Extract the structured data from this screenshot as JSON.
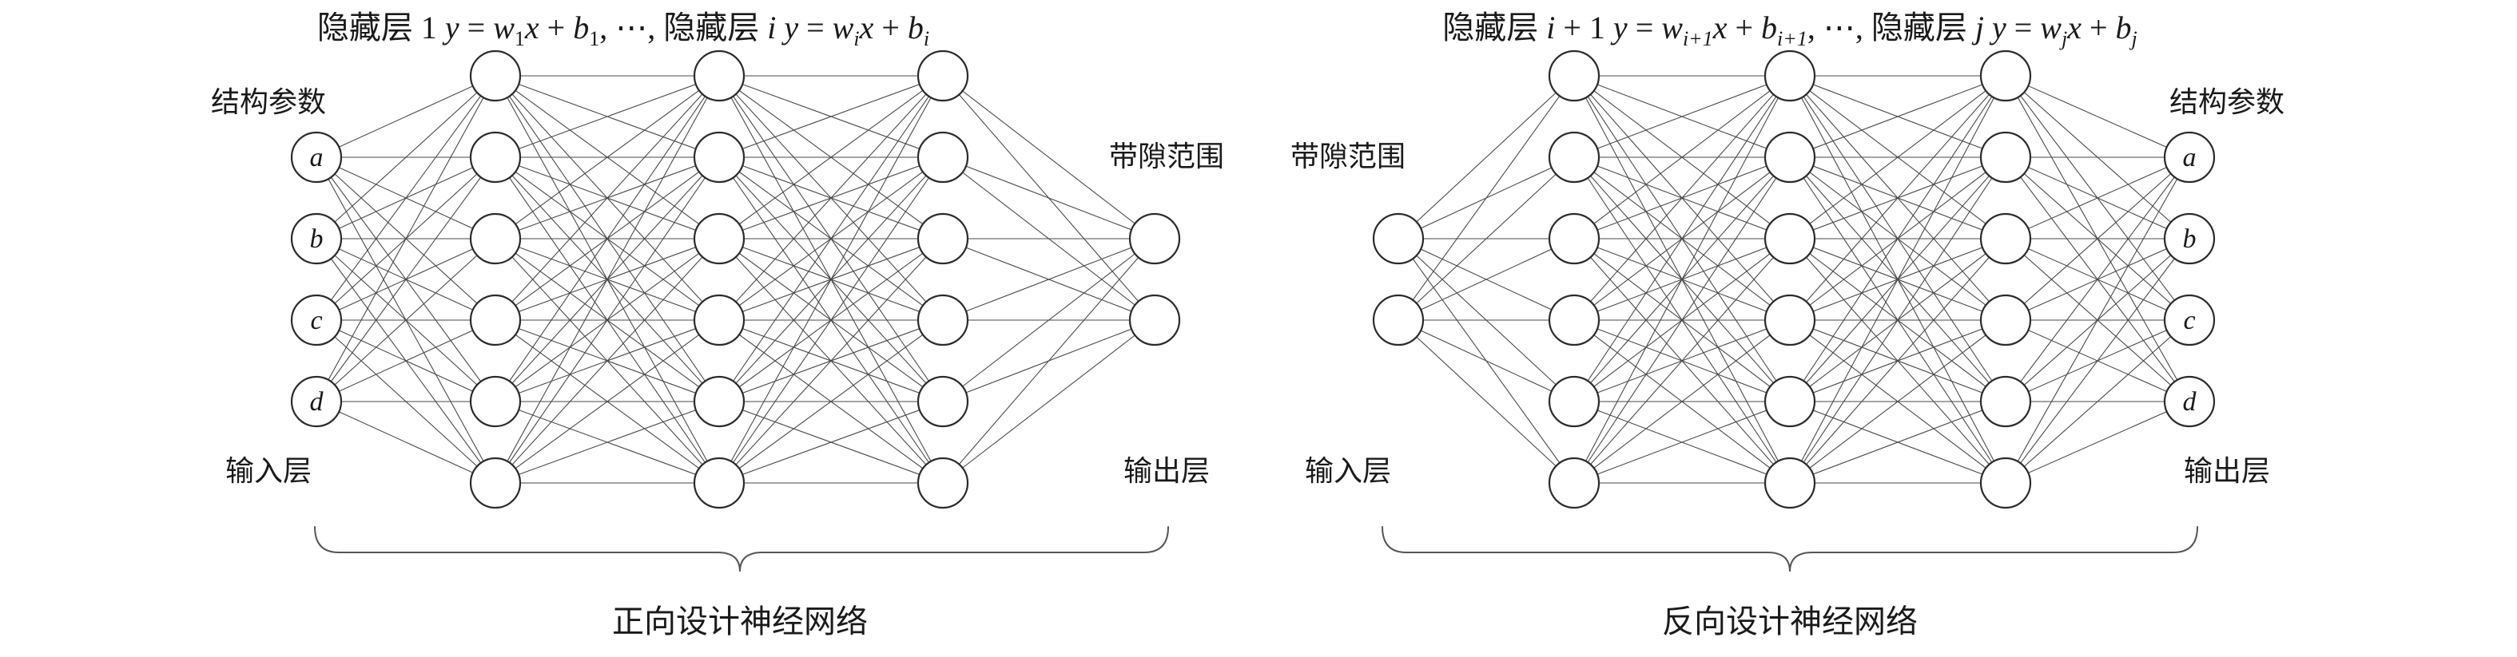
{
  "figure": {
    "background": "#ffffff",
    "edge_color": "#4a4a4a",
    "node_stroke_color": "#2b2b2b",
    "text_color": "#1a1a1a"
  },
  "diagrams": [
    {
      "id": "forward",
      "caption": "正向设计神经网络",
      "formula_plain": "隐藏层 1 y = w1x + b1, ⋯, 隐藏层 i y = wix + bi",
      "formula": [
        {
          "t": "隐藏层 1 ",
          "s": "rm"
        },
        {
          "t": "y",
          "s": "it"
        },
        {
          "t": " = ",
          "s": "rm"
        },
        {
          "t": "w",
          "s": "it"
        },
        {
          "t": "1",
          "s": "sub"
        },
        {
          "t": "x",
          "s": "it"
        },
        {
          "t": " + ",
          "s": "rm"
        },
        {
          "t": "b",
          "s": "it"
        },
        {
          "t": "1",
          "s": "sub"
        },
        {
          "t": ", ⋯, 隐藏层 ",
          "s": "rm"
        },
        {
          "t": "i ",
          "s": "it"
        },
        {
          "t": "y",
          "s": "it"
        },
        {
          "t": " = ",
          "s": "rm"
        },
        {
          "t": "w",
          "s": "it"
        },
        {
          "t": "i",
          "s": "subit"
        },
        {
          "t": "x",
          "s": "it"
        },
        {
          "t": " + ",
          "s": "rm"
        },
        {
          "t": "b",
          "s": "it"
        },
        {
          "t": "i",
          "s": "subit"
        }
      ],
      "labels": {
        "input_top": "结构参数",
        "input_bottom": "输入层",
        "output_top": "带隙范围",
        "output_bottom": "输出层"
      },
      "layers": [
        {
          "name": "input",
          "count": 4,
          "labels": [
            "a",
            "b",
            "c",
            "d"
          ]
        },
        {
          "name": "hidden-1",
          "count": 6
        },
        {
          "name": "hidden-2",
          "count": 6
        },
        {
          "name": "hidden-3",
          "count": 6
        },
        {
          "name": "output",
          "count": 2
        }
      ]
    },
    {
      "id": "inverse",
      "caption": "反向设计神经网络",
      "formula_plain": "隐藏层 i + 1 y = wi+1x + bi+1, ⋯, 隐藏层 j y = wjx + bj",
      "formula": [
        {
          "t": "隐藏层 ",
          "s": "rm"
        },
        {
          "t": "i",
          "s": "it"
        },
        {
          "t": " + 1 ",
          "s": "rm"
        },
        {
          "t": "y",
          "s": "it"
        },
        {
          "t": " = ",
          "s": "rm"
        },
        {
          "t": "w",
          "s": "it"
        },
        {
          "t": "i+1",
          "s": "subit"
        },
        {
          "t": "x",
          "s": "it"
        },
        {
          "t": " + ",
          "s": "rm"
        },
        {
          "t": "b",
          "s": "it"
        },
        {
          "t": "i+1",
          "s": "subit"
        },
        {
          "t": ", ⋯, 隐藏层 ",
          "s": "rm"
        },
        {
          "t": "j ",
          "s": "it"
        },
        {
          "t": "y",
          "s": "it"
        },
        {
          "t": " = ",
          "s": "rm"
        },
        {
          "t": "w",
          "s": "it"
        },
        {
          "t": "j",
          "s": "subit"
        },
        {
          "t": "x",
          "s": "it"
        },
        {
          "t": " + ",
          "s": "rm"
        },
        {
          "t": "b",
          "s": "it"
        },
        {
          "t": "j",
          "s": "subit"
        }
      ],
      "labels": {
        "input_top": "带隙范围",
        "input_bottom": "输入层",
        "output_top": "结构参数",
        "output_bottom": "输出层"
      },
      "layers": [
        {
          "name": "input",
          "count": 2
        },
        {
          "name": "hidden-1",
          "count": 6
        },
        {
          "name": "hidden-2",
          "count": 6
        },
        {
          "name": "hidden-3",
          "count": 6
        },
        {
          "name": "output",
          "count": 4,
          "labels": [
            "a",
            "b",
            "c",
            "d"
          ]
        }
      ]
    }
  ]
}
